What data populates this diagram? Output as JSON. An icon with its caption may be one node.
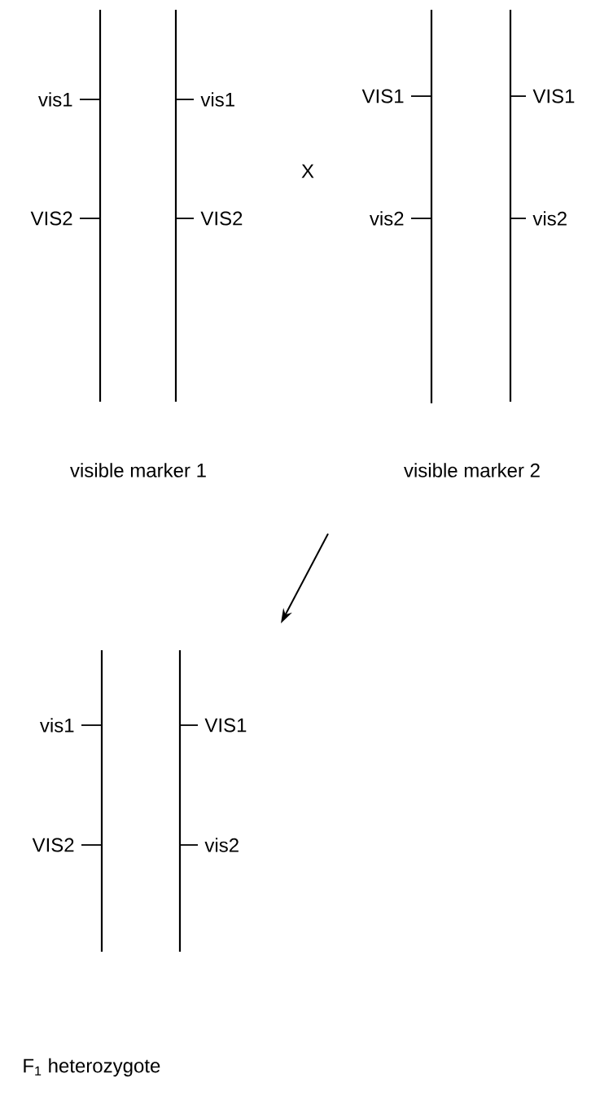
{
  "diagram": {
    "nodes": [
      {
        "text": [],
        "shape": "bar"
      },
      {
        "text": [],
        "shape": "bar"
      },
      {
        "text": [],
        "shape": "bar"
      },
      {
        "text": [],
        "shape": "bar"
      },
      {
        "text": [],
        "shape": "bar"
      },
      {
        "text": [],
        "shape": "bar"
      },
      {
        "text": [
          "vis1"
        ]
      },
      {
        "text": [
          "vis1"
        ]
      },
      {
        "text": [
          "VIS1"
        ]
      },
      {
        "text": [
          "VIS1"
        ]
      },
      {
        "text": [
          "VIS2"
        ]
      },
      {
        "text": [
          "VIS2"
        ]
      },
      {
        "text": [
          "vis2"
        ]
      },
      {
        "text": [
          "vis2"
        ]
      },
      {
        "text": [
          "vis1"
        ]
      },
      {
        "text": [
          "VIS1"
        ]
      },
      {
        "text": [
          "VIS2"
        ]
      },
      {
        "text": [
          "vis2"
        ]
      }
    ],
    "edges": [
      {
        "from": 6,
        "to": 0,
        "arrow": "none"
      },
      {
        "from": 7,
        "to": 1,
        "arrow": "none"
      },
      {
        "from": 8,
        "to": 2,
        "arrow": "none"
      },
      {
        "from": 9,
        "to": 3,
        "arrow": "none"
      },
      {
        "from": 10,
        "to": 0,
        "arrow": "none"
      },
      {
        "from": 11,
        "to": 1,
        "arrow": "none"
      },
      {
        "from": 12,
        "to": 2,
        "arrow": "none"
      },
      {
        "from": 13,
        "to": 3,
        "arrow": "none"
      },
      {
        "from": 14,
        "to": 4,
        "arrow": "none"
      },
      {
        "from": 15,
        "to": 5,
        "arrow": "none"
      },
      {
        "from": 16,
        "to": 4,
        "arrow": "none"
      },
      {
        "from": 17,
        "to": 5,
        "arrow": "none"
      }
    ],
    "labels": [
      "X",
      "visible marker 1",
      "visible marker 2",
      "F$_{1}$ heterozygote"
    ]
  }
}
